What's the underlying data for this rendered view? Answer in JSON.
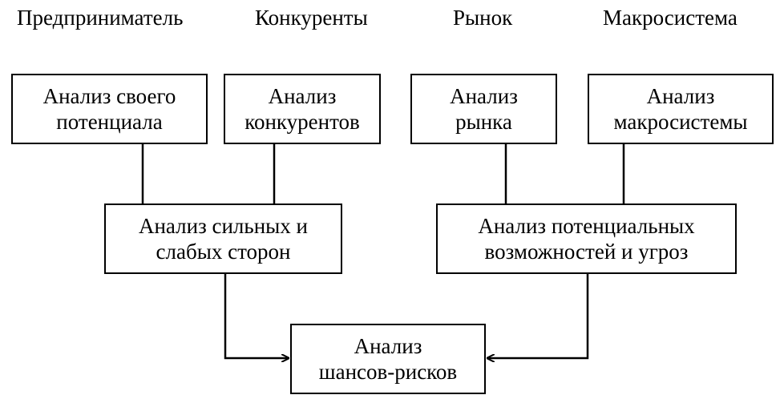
{
  "headers": {
    "entrepreneur": "Предприниматель",
    "competitors": "Конкуренты",
    "market": "Рынок",
    "macrosystem": "Макросистема"
  },
  "boxes": {
    "own_potential": "Анализ своего\nпотенциала",
    "competitors": "Анализ\nконкурентов",
    "market": "Анализ\nрынка",
    "macrosystem": "Анализ\nмакросистемы",
    "strengths_weaknesses": "Анализ сильных и\nслабых сторон",
    "opportunities_threats": "Анализ потенциальных\nвозможностей и угроз",
    "chances_risks": "Анализ\nшансов-рисков"
  }
}
